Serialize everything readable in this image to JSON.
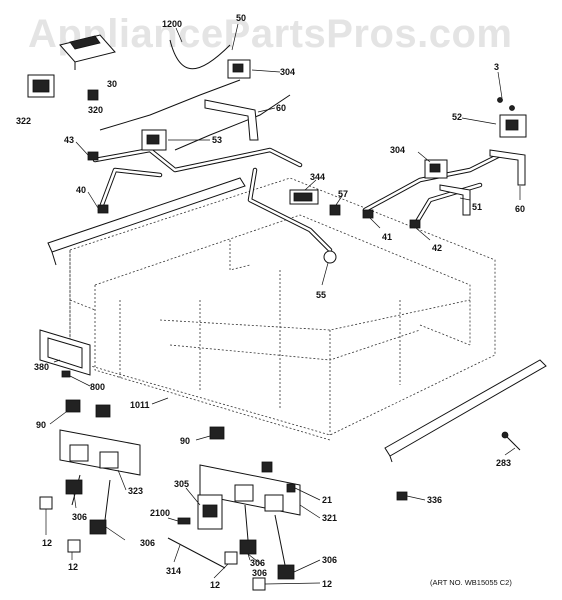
{
  "watermark": "AppliancePartsPros.com",
  "art_number": "(ART NO. WB15055 C2)",
  "callouts": [
    {
      "id": "1200",
      "text": "1200"
    },
    {
      "id": "50",
      "text": "50"
    },
    {
      "id": "30",
      "text": "30"
    },
    {
      "id": "322",
      "text": "322"
    },
    {
      "id": "320",
      "text": "320"
    },
    {
      "id": "304a",
      "text": "304"
    },
    {
      "id": "60a",
      "text": "60"
    },
    {
      "id": "3",
      "text": "3"
    },
    {
      "id": "52",
      "text": "52"
    },
    {
      "id": "43",
      "text": "43"
    },
    {
      "id": "53",
      "text": "53"
    },
    {
      "id": "40",
      "text": "40"
    },
    {
      "id": "344",
      "text": "344"
    },
    {
      "id": "57",
      "text": "57"
    },
    {
      "id": "304b",
      "text": "304"
    },
    {
      "id": "51",
      "text": "51"
    },
    {
      "id": "60b",
      "text": "60"
    },
    {
      "id": "41",
      "text": "41"
    },
    {
      "id": "42",
      "text": "42"
    },
    {
      "id": "55",
      "text": "55"
    },
    {
      "id": "380",
      "text": "380"
    },
    {
      "id": "800",
      "text": "800"
    },
    {
      "id": "1011",
      "text": "1011"
    },
    {
      "id": "90a",
      "text": "90"
    },
    {
      "id": "90b",
      "text": "90"
    },
    {
      "id": "283",
      "text": "283"
    },
    {
      "id": "323",
      "text": "323"
    },
    {
      "id": "305",
      "text": "305"
    },
    {
      "id": "21",
      "text": "21"
    },
    {
      "id": "336",
      "text": "336"
    },
    {
      "id": "306a",
      "text": "306"
    },
    {
      "id": "2100",
      "text": "2100"
    },
    {
      "id": "321",
      "text": "321"
    },
    {
      "id": "12a",
      "text": "12"
    },
    {
      "id": "306b",
      "text": "306"
    },
    {
      "id": "306c",
      "text": "306"
    },
    {
      "id": "12b",
      "text": "12"
    },
    {
      "id": "314",
      "text": "314"
    },
    {
      "id": "12c",
      "text": "12"
    },
    {
      "id": "306d",
      "text": "306"
    },
    {
      "id": "306e",
      "text": "306"
    },
    {
      "id": "12d",
      "text": "12"
    }
  ]
}
